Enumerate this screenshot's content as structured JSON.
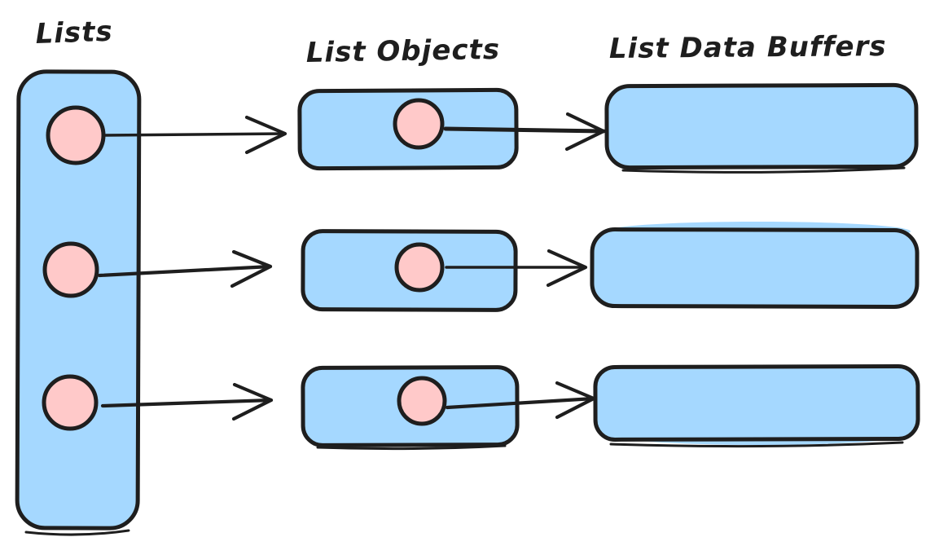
{
  "diagram": {
    "columns": [
      {
        "id": "lists",
        "label": "Lists"
      },
      {
        "id": "list-objects",
        "label": "List Objects"
      },
      {
        "id": "list-data-buffers",
        "label": "List Data Buffers"
      }
    ],
    "colors": {
      "background": "#ffffff",
      "stroke": "#1e1e1e",
      "container_fill": "#a5d8ff",
      "pointer_dot_fill": "#ffc9c9"
    },
    "structure": {
      "row_count": 3,
      "edges": [
        {
          "from": "lists-entry-1",
          "to": "list-object-1"
        },
        {
          "from": "list-object-1",
          "to": "list-data-buffer-1"
        },
        {
          "from": "lists-entry-2",
          "to": "list-object-2"
        },
        {
          "from": "list-object-2",
          "to": "list-data-buffer-2"
        },
        {
          "from": "lists-entry-3",
          "to": "list-object-3"
        },
        {
          "from": "list-object-3",
          "to": "list-data-buffer-3"
        }
      ]
    }
  }
}
